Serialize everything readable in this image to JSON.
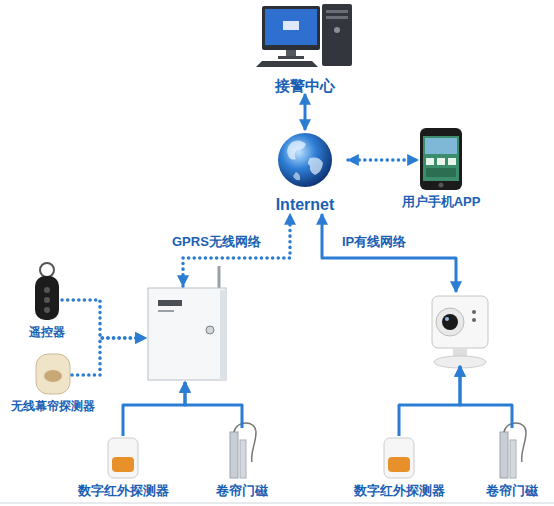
{
  "diagram": {
    "nodes": [
      {
        "text": [
          "接警中心"
        ]
      },
      {
        "text": [
          "Internet"
        ]
      },
      {
        "text": [
          "用户手机APP"
        ]
      },
      {
        "text": []
      },
      {
        "text": []
      },
      {
        "text": [
          "遥控器"
        ]
      },
      {
        "text": [
          "无线幕帘探测器"
        ]
      },
      {
        "text": [
          "数字红外探测器"
        ]
      },
      {
        "text": [
          "卷帘门磁"
        ]
      },
      {
        "text": [
          "数字红外探测器"
        ]
      },
      {
        "text": [
          "卷帘门磁"
        ]
      }
    ],
    "edges": [
      {
        "from": 0,
        "to": 1,
        "arrow": "both"
      },
      {
        "from": 1,
        "to": 2,
        "arrow": "both"
      },
      {
        "from": 3,
        "to": 1,
        "arrow": "both",
        "label": "GPRS无线网络"
      },
      {
        "from": 1,
        "to": 4,
        "arrow": "both",
        "label": "IP有线网络"
      },
      {
        "from": 5,
        "to": 3,
        "arrow": "to"
      },
      {
        "from": 6,
        "to": 3,
        "arrow": "to"
      },
      {
        "from": 7,
        "to": 3,
        "arrow": "to"
      },
      {
        "from": 8,
        "to": 3,
        "arrow": "to"
      },
      {
        "from": 9,
        "to": 4,
        "arrow": "to"
      },
      {
        "from": 10,
        "to": 4,
        "arrow": "to"
      }
    ]
  }
}
